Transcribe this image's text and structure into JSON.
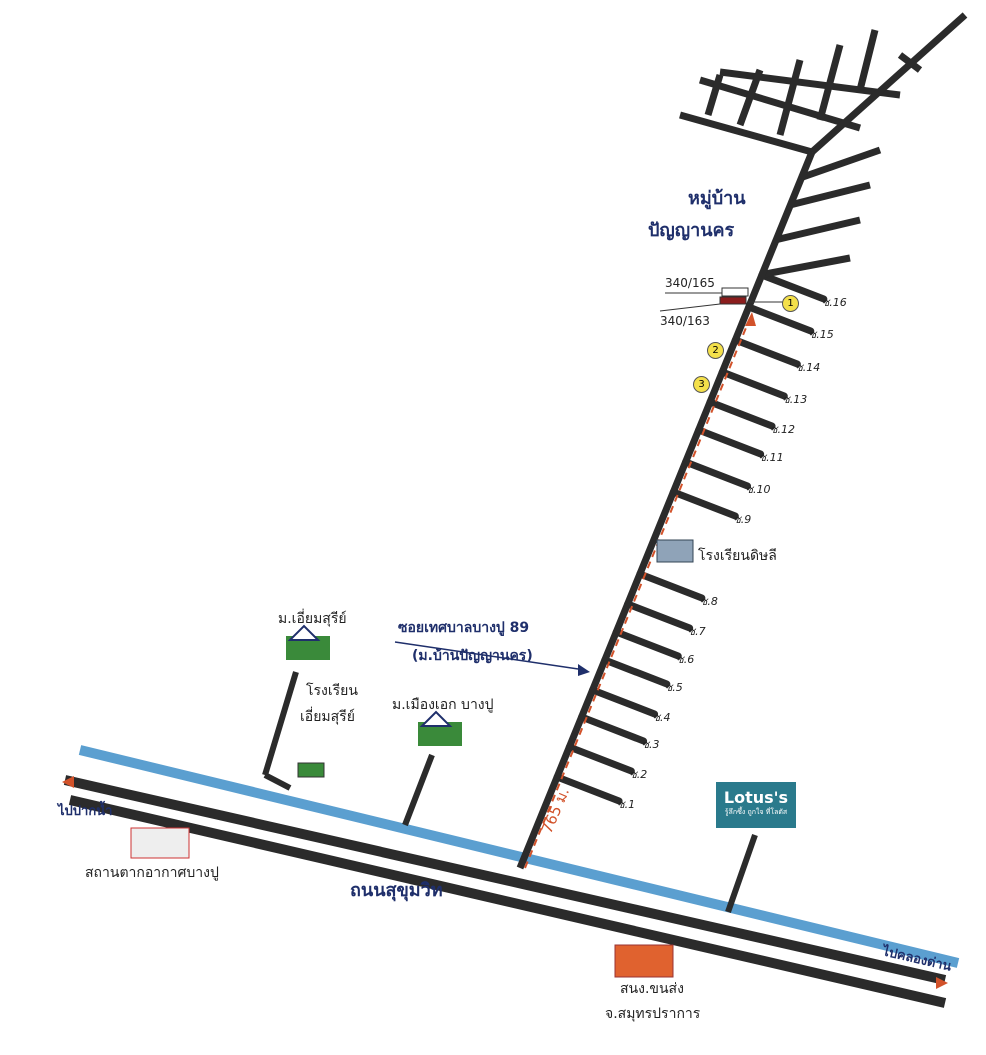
{
  "village_title": [
    "หมู่บ้าน",
    "ปัญญานคร"
  ],
  "house_numbers": [
    "340/165",
    "340/163"
  ],
  "markers": [
    "1",
    "2",
    "3"
  ],
  "sois": [
    "ซ.1",
    "ซ.2",
    "ซ.3",
    "ซ.4",
    "ซ.5",
    "ซ.6",
    "ซ.7",
    "ซ.8",
    "ซ.9",
    "ซ.10",
    "ซ.11",
    "ซ.12",
    "ซ.13",
    "ซ.14",
    "ซ.15",
    "ซ.16"
  ],
  "distance": "765 ม.",
  "school_dissalee": "โรงเรียนดิษลี",
  "soi_name": [
    "ซอยเทศบาลบางปู 89",
    "(ม.บ้านปัญญานคร)"
  ],
  "village_iam": "ม.เอี่ยมสุรีย์",
  "school_iam": [
    "โรงเรียน",
    "เอี่ยมสุรีย์"
  ],
  "village_muang": "ม.เมืองเอก บางปู",
  "to_paknam": "ไปปากน้ำ",
  "weather_station": "สถานตากอากาศบางปู",
  "main_road": "ถนนสุขุมวิท",
  "lotus": {
    "name": "Lotus's",
    "tagline": "รู้ลึกซึ้ง ถูกใจ ที่โลตัส"
  },
  "transport_office": [
    "สนง.ขนส่ง",
    "จ.สมุทรปราการ"
  ],
  "to_khlongdan": "ไปคลองด่าน",
  "colors": {
    "road": "#2b2b2b",
    "canal": "#5b9fd0",
    "navy": "#1f2f6b",
    "route": "#d2522a",
    "lotus": "#2a7a8c"
  }
}
